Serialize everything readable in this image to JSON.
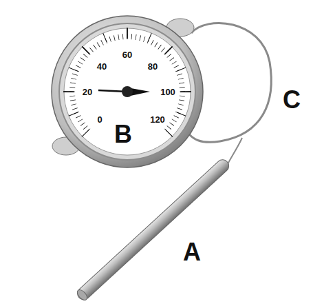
{
  "diagram": {
    "labels": [
      "40",
      "60",
      "80",
      "20",
      "100",
      "0",
      "120",
      "B",
      "C",
      "A"
    ]
  }
}
